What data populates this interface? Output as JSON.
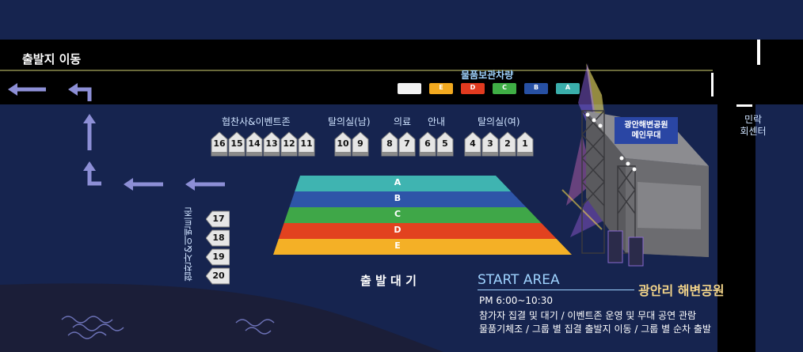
{
  "roads": {
    "departure_label": "출발지 이동",
    "vehicle_label": "물품보관차량",
    "trucks": [
      {
        "label": "",
        "color": "#f2f2f2"
      },
      {
        "label": "E",
        "color": "#f2a91f"
      },
      {
        "label": "D",
        "color": "#e23a1f"
      },
      {
        "label": "C",
        "color": "#3fae45"
      },
      {
        "label": "B",
        "color": "#2750a3"
      },
      {
        "label": "A",
        "color": "#3aaeab"
      }
    ],
    "shuttle_label": "민락\n회센터"
  },
  "booth_groups": {
    "sponsor": {
      "label": "협찬사&이벤트존",
      "numbers": [
        "16",
        "15",
        "14",
        "13",
        "12",
        "11"
      ]
    },
    "changing_men": {
      "label": "탈의실(남)",
      "numbers": [
        "10",
        "9"
      ]
    },
    "medical": {
      "label": "의료",
      "numbers": [
        "8",
        "7"
      ]
    },
    "info": {
      "label": "안내",
      "numbers": [
        "6",
        "5"
      ]
    },
    "changing_women": {
      "label": "탈의실(여)",
      "numbers": [
        "4",
        "3",
        "2",
        "1"
      ]
    },
    "side": {
      "label": "협찬사&이벤트존",
      "numbers": [
        "17",
        "18",
        "19",
        "20"
      ]
    }
  },
  "groups": [
    {
      "label": "A",
      "color": "#3fb4b1"
    },
    {
      "label": "B",
      "color": "#2e55a8"
    },
    {
      "label": "C",
      "color": "#3fa748"
    },
    {
      "label": "D",
      "color": "#e2421f"
    },
    {
      "label": "E",
      "color": "#f4b026"
    }
  ],
  "waiting_label": "출 발 대 기",
  "stage": {
    "label": "광안해변공원\n메인무대"
  },
  "start_area": {
    "title": "START AREA",
    "location": "광안리 해변공원",
    "lines": [
      "PM 6:00~10:30",
      "참가자 집결 및 대기 / 이벤트존 운영 및 무대 공연 관람",
      "물품기체조 / 그룹 별 집결 출발지 이동 / 그룹 별 순차 출발"
    ]
  },
  "colors": {
    "background": "#16244f",
    "road": "#000000",
    "arrow": "#7b7fc8",
    "accent": "#9fd3ff",
    "gold": "#f4d58a"
  }
}
